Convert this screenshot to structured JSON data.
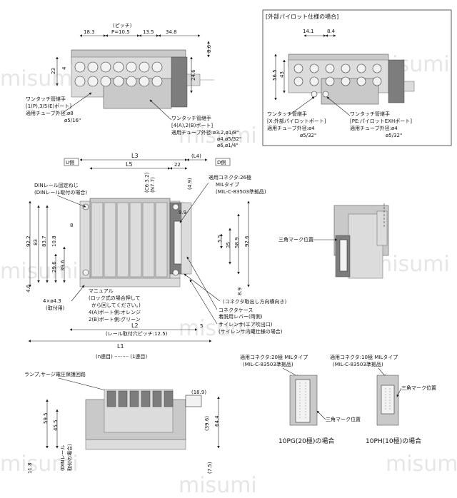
{
  "watermark": "misumi",
  "external_pilot": {
    "title": "[外部パイロット仕様の場合]",
    "dims": {
      "d1": "14.1",
      "d2": "8.4",
      "d3": "56.5",
      "d4": "43"
    },
    "left_label": [
      "ワンタッチ管継手",
      "[X:外部パイロットポート]",
      "適用チューブ外径:ø4",
      "ø5/32\""
    ],
    "right_label": [
      "ワンタッチ管継手",
      "[PE:パイロットEXHポート]",
      "適用チューブ外径:ø4",
      "ø5/32\""
    ]
  },
  "top_view": {
    "pitch": "(ピッチ)",
    "pitch_val": "P=10.5",
    "dims": {
      "d18_3": "18.3",
      "d13_5": "13.5",
      "d34_8": "34.8",
      "d23": "23",
      "d8_6": "8.6",
      "d24_6": "24.6",
      "d4": "4"
    },
    "left_label": [
      "ワンタッチ管継手",
      "[1(P),3/5(E)ポート]",
      "適用チューブ外径:ø8",
      "ø5/16\""
    ],
    "right_label": [
      "ワンタッチ管継手",
      "[4(A),2(B)ポート]",
      "適用チューブ外径:ø3.2,ø1/8\"",
      "ø4,ø5/32\"",
      "ø6,ø1/4\""
    ]
  },
  "front_view": {
    "u_side": "U側",
    "d_side": "D側",
    "dims": {
      "L3": "L3",
      "L4": "(L4)",
      "L5": "L5",
      "d22": "22",
      "C6": "(C6:3.2)",
      "N7": "(N7.7)",
      "d4_9": "(4.9)",
      "d9_9": "9.9",
      "d8": "8",
      "d92_2": "92.2",
      "d83": "83",
      "d83_7": "83.7",
      "d10_8": "10.8",
      "d29_6": "29.6",
      "d39_6": "39.6",
      "d4_6": "4.6",
      "d5_5": "5.5",
      "d35": "35",
      "d58_9": "58.9",
      "d92_6": "92.6",
      "d8_9": "8.9",
      "L2": "L2",
      "L1": "L1",
      "d4_3": "4×ø4.3",
      "mount": "(取付用)",
      "d5": "5"
    },
    "din_label": [
      "DINレール固定ねじ",
      "(DINレール取付の場合)"
    ],
    "connector_label": [
      "適用コネクタ:26極",
      "MILタイプ",
      "(MIL-C-83503準拠品)"
    ],
    "manual_label": [
      "マニュアル",
      "(ロック式の場合押して",
      "から回してください。)",
      "4(A)ポート側:オレンジ",
      "2(B)ポート側:グリーン"
    ],
    "pitch_label": "(レール取付穴ピッチ:12.5)",
    "right_labels": [
      "(コネクタ取出し方向横向き)",
      "コネクタケース",
      "着脱用レバー(両側)",
      "サイレンサ(エア吹出口)",
      "(サイレンサ内蔵仕様の場合)"
    ]
  },
  "side_view": {
    "triangle_mark": "三角マーク位置"
  },
  "bottom_view": {
    "stations": "(n連目)  ·········  (1連目)",
    "lamp": "ランプ,サージ電圧保護回路",
    "dims": {
      "d59_5": "59.5",
      "d45_5": "45.5",
      "d18_9": "(18.9)",
      "d64_4": "64.4",
      "d39_6b": "(39.6)",
      "d11_8": "11.8",
      "d7_5": "(7.5)"
    },
    "din_rail": [
      "(DINレール",
      "取付の場合)"
    ]
  },
  "connectors": {
    "c20": {
      "label": [
        "適用コネクタ:20極 MILタイプ",
        "(MIL-C-83503準拠品)"
      ],
      "caption": "10PG(20極)の場合"
    },
    "c10": {
      "label": [
        "適用コネクタ:10極 MILタイプ",
        "(MIL-C-83503準拠品)"
      ],
      "caption": "10PH(10極)の場合"
    },
    "triangle_mark": "三角マーク位置"
  }
}
